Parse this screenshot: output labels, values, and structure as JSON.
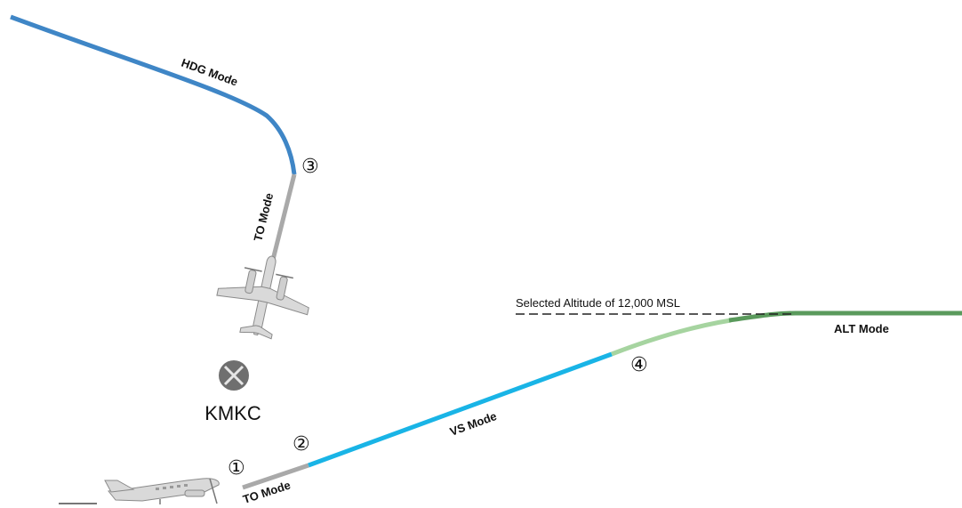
{
  "airport": {
    "name": "KMKC"
  },
  "selected_altitude": {
    "label": "Selected Altitude of 12,000 MSL"
  },
  "modes": {
    "hdg": "HDG Mode",
    "to_top": "TO Mode",
    "to_bottom": "TO Mode",
    "vs": "VS Mode",
    "alt": "ALT Mode"
  },
  "steps": {
    "one": "①",
    "two": "②",
    "three": "③",
    "four": "④"
  },
  "colors": {
    "hdg_blue": "#3f86c6",
    "vs_cyan": "#19b4e6",
    "to_gray": "#a9a9a9",
    "alt_dark_green": "#5a9a5c",
    "alt_light_green": "#a6d4a0",
    "airport_marker": "#6f6f6f",
    "aircraft": "#d9d9d9"
  }
}
